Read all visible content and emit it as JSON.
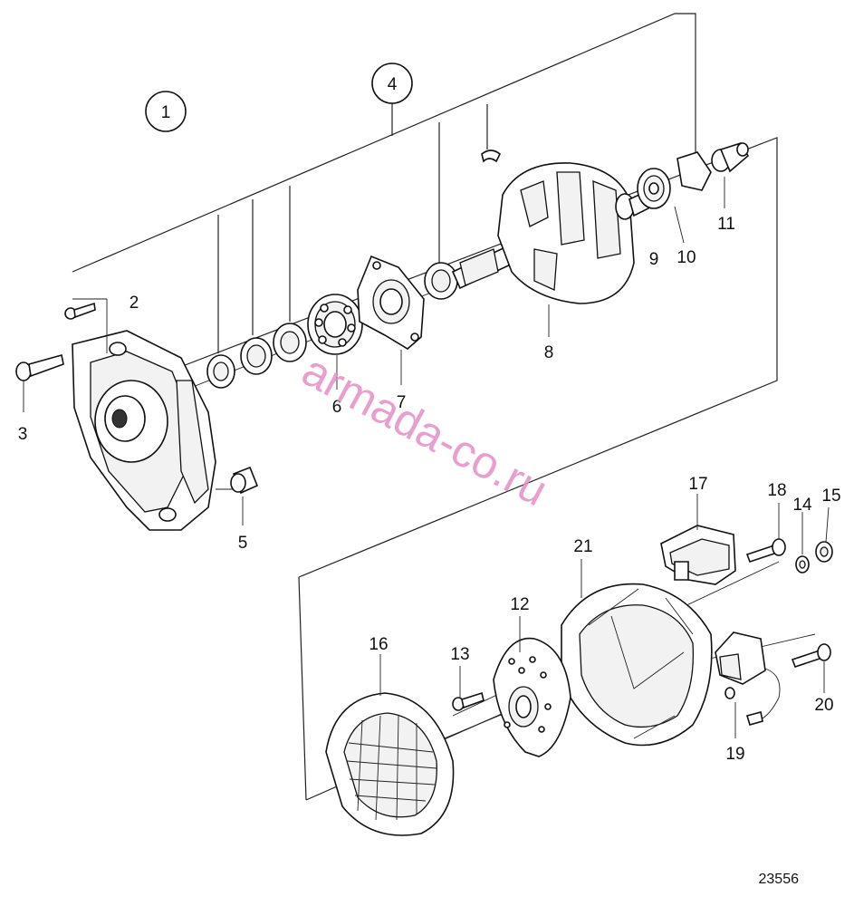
{
  "groups": [
    "1",
    "4"
  ],
  "parts": [
    "2",
    "3",
    "5",
    "6",
    "7",
    "8",
    "9",
    "10",
    "11",
    "12",
    "13",
    "14",
    "15",
    "16",
    "17",
    "18",
    "19",
    "20",
    "21"
  ],
  "watermark": "armada-co.ru",
  "drawing_number": "23556"
}
